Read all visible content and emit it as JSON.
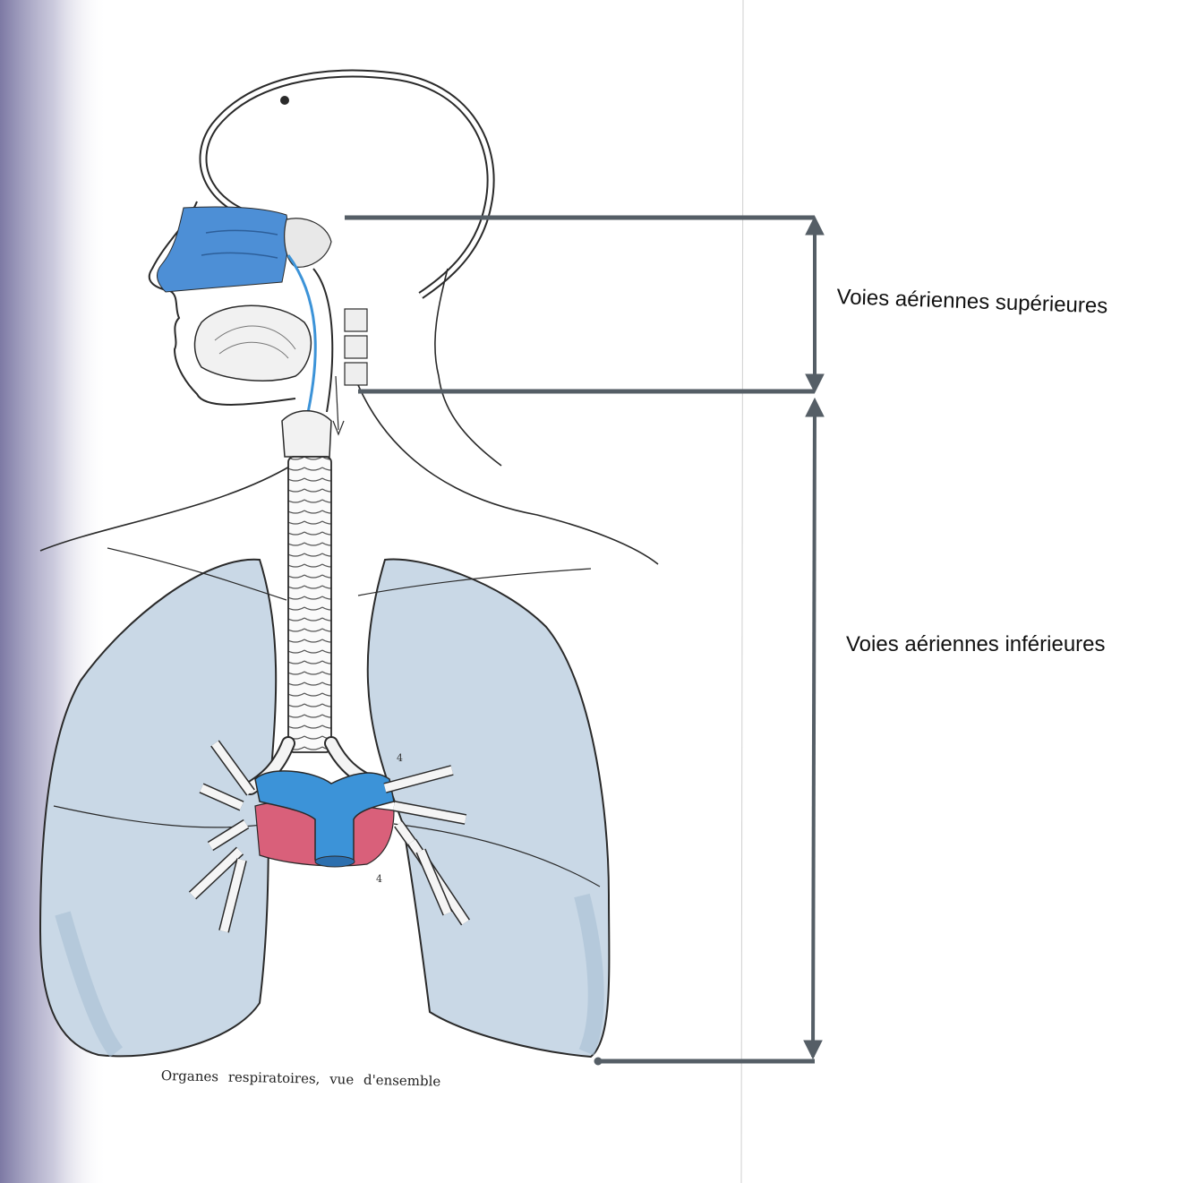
{
  "labels": {
    "upper_airways": "Voies aériennes supérieures",
    "lower_airways": "Voies aériennes inférieures"
  },
  "caption": "Organes respiratoires, vue d'ensemble",
  "markers": {
    "top": "4",
    "bottom": "4"
  },
  "colors": {
    "lung_fill": "#c9d8e6",
    "lung_shade": "#a9bfd4",
    "nasal_blue": "#4d8fd6",
    "vessel_blue": "#3c93d8",
    "vessel_red": "#d9607a",
    "bracket": "#555e66",
    "outline": "#2a2a2a"
  }
}
